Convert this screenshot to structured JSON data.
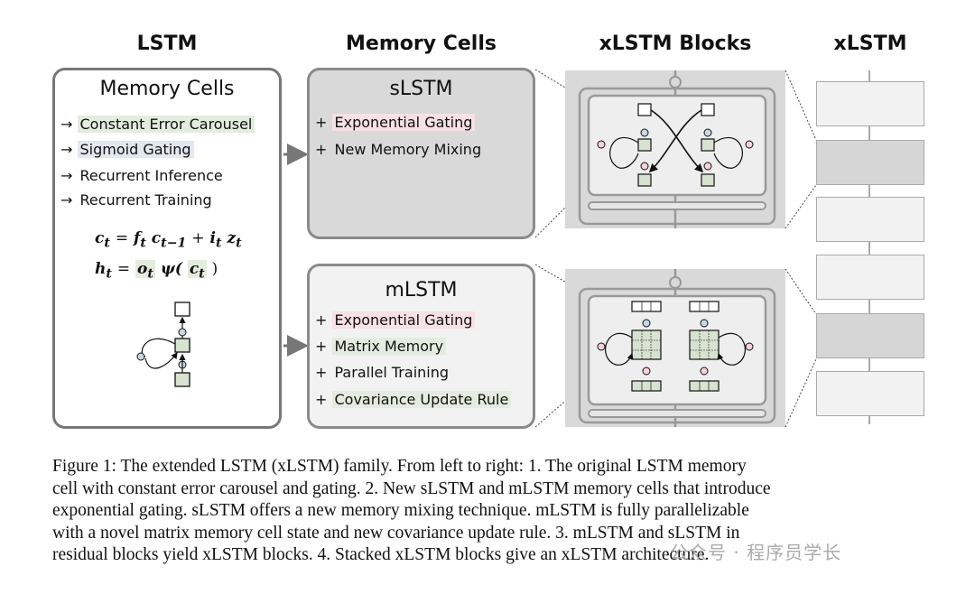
{
  "columns": {
    "lstm": "LSTM",
    "memory_cells": "Memory Cells",
    "xlstm_blocks": "xLSTM Blocks",
    "xlstm": "xLSTM"
  },
  "lstm_panel": {
    "title": "Memory Cells",
    "bullets": [
      {
        "arrow": "→",
        "text": "Constant Error Carousel"
      },
      {
        "arrow": "→",
        "text": "Sigmoid Gating"
      },
      {
        "arrow": "→",
        "text": "Recurrent Inference"
      },
      {
        "arrow": "→",
        "text": "Recurrent Training"
      }
    ],
    "formula1": {
      "lhs": "c",
      "lhs_sub": "t",
      "eq": "=",
      "f": "f",
      "f_sub": "t",
      "c": "c",
      "c_sub": "t−1",
      "plus": "+",
      "i": "i",
      "i_sub": "t",
      "z": "z",
      "z_sub": "t"
    },
    "formula2": {
      "lhs": "h",
      "lhs_sub": "t",
      "eq": "=",
      "o": "o",
      "o_sub": "t",
      "psi": "ψ(",
      "c": "c",
      "c_sub": "t",
      "close": ")"
    }
  },
  "slstm_panel": {
    "title": "sLSTM",
    "features": [
      {
        "prefix": "+",
        "text": "Exponential Gating",
        "highlight": "#f6e1e4"
      },
      {
        "prefix": "+",
        "text": "New Memory Mixing",
        "highlight": "none"
      }
    ]
  },
  "mlstm_panel": {
    "title": "mLSTM",
    "features": [
      {
        "prefix": "+",
        "text": "Exponential Gating",
        "highlight": "#f6e1e4"
      },
      {
        "prefix": "+",
        "text": "Matrix Memory",
        "highlight": "#e3ecdf"
      },
      {
        "prefix": "+",
        "text": "Parallel Training",
        "highlight": "none"
      },
      {
        "prefix": "+",
        "text": "Covariance Update Rule",
        "highlight": "#e3ecdf"
      }
    ]
  },
  "stack": {
    "shading": [
      "light",
      "dark",
      "light",
      "light",
      "dark",
      "light"
    ]
  },
  "caption": {
    "lines": [
      "Figure 1: The extended LSTM (xLSTM) family. From left to right: 1. The original LSTM memory",
      "cell with constant error carousel and gating. 2. New sLSTM and mLSTM memory cells that introduce",
      "exponential gating. sLSTM offers a new memory mixing technique. mLSTM is fully parallelizable",
      "with a novel matrix memory cell state and new covariance update rule. 3. mLSTM and sLSTM in",
      "residual blocks yield xLSTM blocks. 4. Stacked xLSTM blocks give an xLSTM architecture."
    ]
  },
  "watermark": "公众号 · 程序员学长",
  "colors": {
    "cell_green": "#d7e2d0",
    "gate_blue": "#c9d8e6",
    "gate_pink": "#f3d2d8",
    "block_grey": "#d9d9d9",
    "stack_dark": "#d6d6d6",
    "stack_light": "#f2f2f2"
  }
}
